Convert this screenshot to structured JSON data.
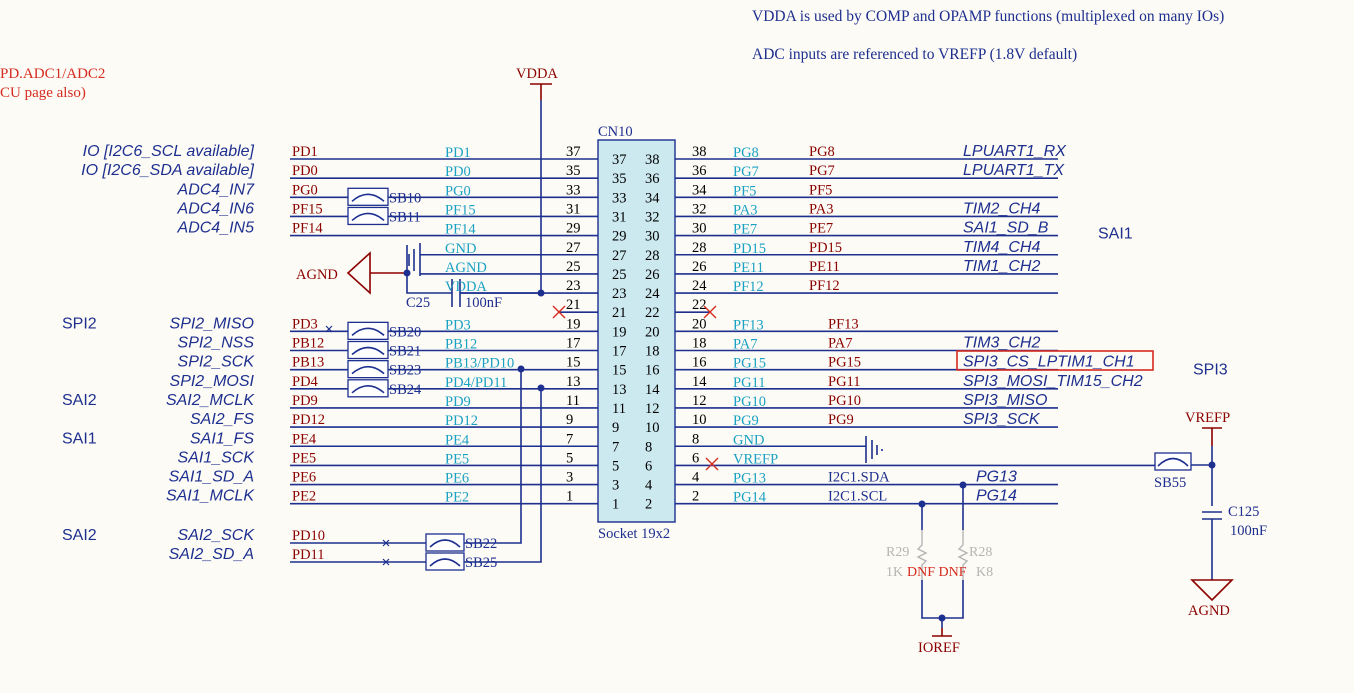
{
  "notes": {
    "line1": "VDDA is used by COMP and OPAMP functions (multiplexed on many IOs)",
    "line2": "ADC inputs are referenced to VREFP (1.8V default)",
    "red1": "PD.ADC1/ADC2",
    "red2": "CU page also)"
  },
  "connector": {
    "ref": "CN10",
    "type": "Socket 19x2",
    "odd_pins": [
      "37",
      "35",
      "33",
      "31",
      "29",
      "27",
      "25",
      "23",
      "21",
      "19",
      "17",
      "15",
      "13",
      "11",
      "9",
      "7",
      "5",
      "3",
      "1"
    ],
    "even_pins": [
      "38",
      "36",
      "34",
      "32",
      "30",
      "28",
      "26",
      "24",
      "22",
      "20",
      "18",
      "16",
      "14",
      "12",
      "10",
      "8",
      "6",
      "4",
      "2"
    ]
  },
  "left_rows": [
    {
      "pin": "37",
      "net": "PD1",
      "sig": "PD1",
      "fn": "IO [I2C6_SCL available]",
      "grp": ""
    },
    {
      "pin": "35",
      "net": "PD0",
      "sig": "PD0",
      "fn": "IO [I2C6_SDA available]",
      "grp": ""
    },
    {
      "pin": "33",
      "net": "PG0",
      "sig": "PG0",
      "fn": "ADC4_IN7",
      "grp": "",
      "sb": "SB10"
    },
    {
      "pin": "31",
      "net": "PF15",
      "sig": "PF15",
      "fn": "ADC4_IN6",
      "grp": "",
      "sb": "SB11"
    },
    {
      "pin": "29",
      "net": "PF14",
      "sig": "PF14",
      "fn": "ADC4_IN5",
      "grp": ""
    },
    {
      "pin": "27",
      "net": "GND",
      "sig": "",
      "fn": "",
      "grp": ""
    },
    {
      "pin": "25",
      "net": "AGND",
      "sig": "",
      "fn": "",
      "grp": ""
    },
    {
      "pin": "23",
      "net": "VDDA",
      "sig": "",
      "fn": "",
      "grp": ""
    },
    {
      "pin": "21",
      "net": "",
      "sig": "",
      "fn": "",
      "grp": ""
    },
    {
      "pin": "19",
      "net": "PD3",
      "sig": "PD3",
      "fn": "SPI2_MISO",
      "grp": "SPI2",
      "sb": "SB20"
    },
    {
      "pin": "17",
      "net": "PB12",
      "sig": "PB12",
      "fn": "SPI2_NSS",
      "grp": "",
      "sb": "SB21"
    },
    {
      "pin": "15",
      "net": "PB13/PD10",
      "sig": "PB13",
      "fn": "SPI2_SCK",
      "grp": "",
      "sb": "SB23"
    },
    {
      "pin": "13",
      "net": "PD4/PD11",
      "sig": "PD4",
      "fn": "SPI2_MOSI",
      "grp": "",
      "sb": "SB24"
    },
    {
      "pin": "11",
      "net": "PD9",
      "sig": "PD9",
      "fn": "SAI2_MCLK",
      "grp": "SAI2"
    },
    {
      "pin": "9",
      "net": "PD12",
      "sig": "PD12",
      "fn": "SAI2_FS",
      "grp": ""
    },
    {
      "pin": "7",
      "net": "PE4",
      "sig": "PE4",
      "fn": "SAI1_FS",
      "grp": "SAI1"
    },
    {
      "pin": "5",
      "net": "PE5",
      "sig": "PE5",
      "fn": "SAI1_SCK",
      "grp": ""
    },
    {
      "pin": "3",
      "net": "PE6",
      "sig": "PE6",
      "fn": "SAI1_SD_A",
      "grp": ""
    },
    {
      "pin": "1",
      "net": "PE2",
      "sig": "PE2",
      "fn": "SAI1_MCLK",
      "grp": ""
    }
  ],
  "right_rows": [
    {
      "pin": "38",
      "net": "PG8",
      "sig": "PG8",
      "fn": "LPUART1_RX",
      "grp": ""
    },
    {
      "pin": "36",
      "net": "PG7",
      "sig": "PG7",
      "fn": "LPUART1_TX",
      "grp": ""
    },
    {
      "pin": "34",
      "net": "PF5",
      "sig": "PF5",
      "fn": "",
      "grp": ""
    },
    {
      "pin": "32",
      "net": "PA3",
      "sig": "PA3",
      "fn": "TIM2_CH4",
      "grp": ""
    },
    {
      "pin": "30",
      "net": "PE7",
      "sig": "PE7",
      "fn": "SAI1_SD_B",
      "grp": "SAI1"
    },
    {
      "pin": "28",
      "net": "PD15",
      "sig": "PD15",
      "fn": "TIM4_CH4",
      "grp": ""
    },
    {
      "pin": "26",
      "net": "PE11",
      "sig": "PE11",
      "fn": "TIM1_CH2",
      "grp": ""
    },
    {
      "pin": "24",
      "net": "PF12",
      "sig": "PF12",
      "fn": "",
      "grp": ""
    },
    {
      "pin": "22",
      "net": "",
      "sig": "",
      "fn": "",
      "grp": ""
    },
    {
      "pin": "20",
      "net": "PF13",
      "sig": "PF13",
      "fn": "",
      "grp": ""
    },
    {
      "pin": "18",
      "net": "PA7",
      "sig": "PA7",
      "fn": "TIM3_CH2",
      "grp": ""
    },
    {
      "pin": "16",
      "net": "PG15",
      "sig": "PG15",
      "fn": "SPI3_CS_LPTIM1_CH1",
      "grp": "SPI3"
    },
    {
      "pin": "14",
      "net": "PG11",
      "sig": "PG11",
      "fn": "SPI3_MOSI_TIM15_CH2",
      "grp": ""
    },
    {
      "pin": "12",
      "net": "PG10",
      "sig": "PG10",
      "fn": "SPI3_MISO",
      "grp": ""
    },
    {
      "pin": "10",
      "net": "PG9",
      "sig": "PG9",
      "fn": "SPI3_SCK",
      "grp": ""
    },
    {
      "pin": "8",
      "net": "GND",
      "sig": "",
      "fn": "",
      "grp": ""
    },
    {
      "pin": "6",
      "net": "VREFP",
      "sig": "",
      "fn": "",
      "grp": ""
    },
    {
      "pin": "4",
      "net": "PG13",
      "sig": "I2C1.SDA",
      "fn": "PG13",
      "grp": ""
    },
    {
      "pin": "2",
      "net": "PG14",
      "sig": "I2C1.SCL",
      "fn": "PG14",
      "grp": ""
    }
  ],
  "extra_left": [
    {
      "sig": "PD10",
      "fn": "SAI2_SCK",
      "grp": "SAI2",
      "sb": "SB22"
    },
    {
      "sig": "PD11",
      "fn": "SAI2_SD_A",
      "grp": "",
      "sb": "SB25"
    }
  ],
  "power": {
    "vdda": "VDDA",
    "agnd": "AGND",
    "vrefp": "VREFP",
    "agnd2": "AGND",
    "ioref": "IOREF"
  },
  "components": {
    "c25": "C25",
    "c25_val": "100nF",
    "c125": "C125",
    "c125_val": "100nF",
    "sb55": "SB55",
    "r29": "R29",
    "r29_val": "1K",
    "r28": "R28",
    "r28_val": "K8",
    "dnf": "DNF DNF"
  },
  "colors": {
    "wire": "#1d2f8f",
    "net_label": "#1ba1c3",
    "signal": "#8b0000",
    "highlight": "#d62b20",
    "connector_fill": "#cde9f0"
  }
}
